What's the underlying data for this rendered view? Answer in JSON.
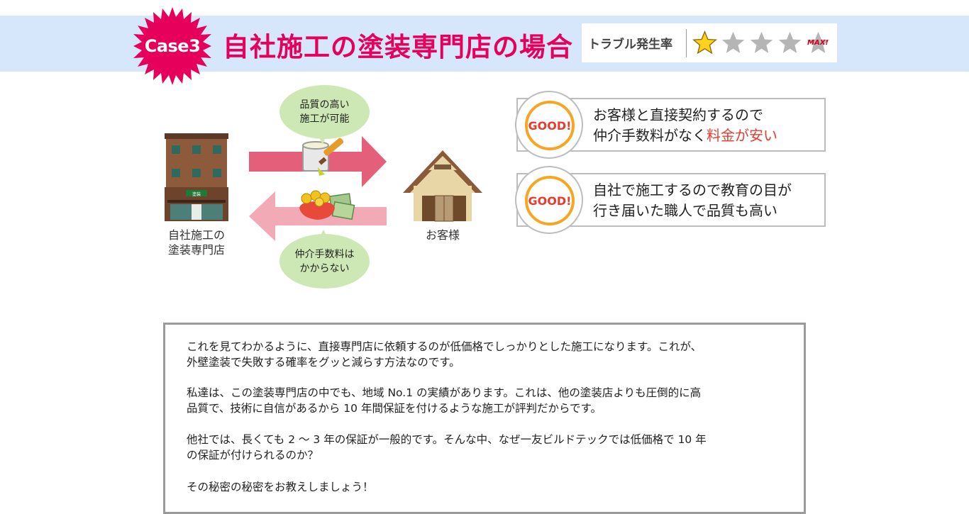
{
  "header": {
    "case_label": "Case3",
    "title": "自社施工の塗装専門店の場合",
    "rating_label": "トラブル発生率",
    "rating_value": 1,
    "rating_max": 5,
    "max_badge": "MAX!",
    "colors": {
      "band": "#d6e7fb",
      "title": "#e6005c",
      "burst": "#e6005c",
      "star_filled": "#ffd21f",
      "star_empty": "#b5b5b5"
    }
  },
  "diagram": {
    "shop_label_line1": "自社施工の",
    "shop_label_line2": "塗装専門店",
    "customer_label": "お客様",
    "bubble_top_line1": "品質の高い",
    "bubble_top_line2": "施工が可能",
    "bubble_bottom_line1": "仲介手数料は",
    "bubble_bottom_line2": "かからない",
    "sign_text": "塗装",
    "icons": [
      "building-icon",
      "paint-can-icon",
      "money-purse-icon",
      "house-icon"
    ]
  },
  "goods": [
    {
      "badge": "GOOD!",
      "line1": "お客様と直接契約するので",
      "line2_prefix": "仲介手数料がなく",
      "line2_highlight": "料金が安い"
    },
    {
      "badge": "GOOD!",
      "line1": "自社で施工するので教育の目が",
      "line2_prefix": "行き届いた職人で品質も高い",
      "line2_highlight": ""
    }
  ],
  "body": {
    "p1_line1": "これを見てわかるように、直接専門店に依頼するのが低価格でしっかりとした施工になります。これが、",
    "p1_line2": "外壁塗装で失敗する確率をグッと減らす方法なのです。",
    "p2_line1": "私達は、この塗装専門店の中でも、地域 No.1 の実績があります。これは、他の塗装店よりも圧倒的に高",
    "p2_line2": "品質で、技術に自信があるから 10 年間保証を付けるような施工が評判だからです。",
    "p3_line1": "他社では、長くても 2 〜 3 年の保証が一般的です。そんな中、なぜ一友ビルドテックでは低価格で 10 年",
    "p3_line2": "の保証が付けられるのか？",
    "p4_line1": "その秘密の秘密をお教えしましょう！"
  }
}
